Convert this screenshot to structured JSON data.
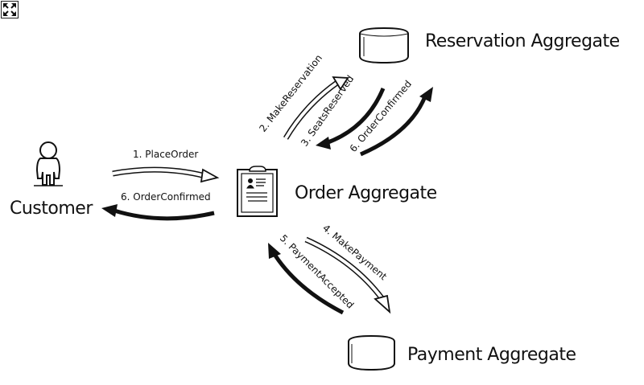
{
  "toolbar": {
    "expand_icon": "expand-arrows-icon"
  },
  "nodes": {
    "customer": {
      "label": "Customer",
      "icon": "person-icon"
    },
    "order": {
      "label": "Order Aggregate",
      "icon": "clipboard-icon"
    },
    "reservation": {
      "label": "Reservation Aggregate",
      "icon": "database-cylinder-icon"
    },
    "payment": {
      "label": "Payment Aggregate",
      "icon": "database-cylinder-icon"
    }
  },
  "messages": [
    {
      "step": "1",
      "label": "1. PlaceOrder",
      "from": "Customer",
      "to": "Order Aggregate",
      "kind": "command"
    },
    {
      "step": "2",
      "label": "2. MakeReservation",
      "from": "Order Aggregate",
      "to": "Reservation Aggregate",
      "kind": "command"
    },
    {
      "step": "3",
      "label": "3. SeatsReserved",
      "from": "Reservation Aggregate",
      "to": "Order Aggregate",
      "kind": "event"
    },
    {
      "step": "4",
      "label": "4. MakePayment",
      "from": "Order Aggregate",
      "to": "Payment Aggregate",
      "kind": "command"
    },
    {
      "step": "5",
      "label": "5. PaymentAccepted",
      "from": "Payment Aggregate",
      "to": "Order Aggregate",
      "kind": "event"
    },
    {
      "step": "6",
      "label": "6. OrderConfirmed",
      "from": "Order Aggregate",
      "to": "Reservation Aggregate",
      "kind": "event"
    },
    {
      "step": "6",
      "label": "6. OrderConfirmed",
      "from": "Order Aggregate",
      "to": "Customer",
      "kind": "event"
    }
  ]
}
